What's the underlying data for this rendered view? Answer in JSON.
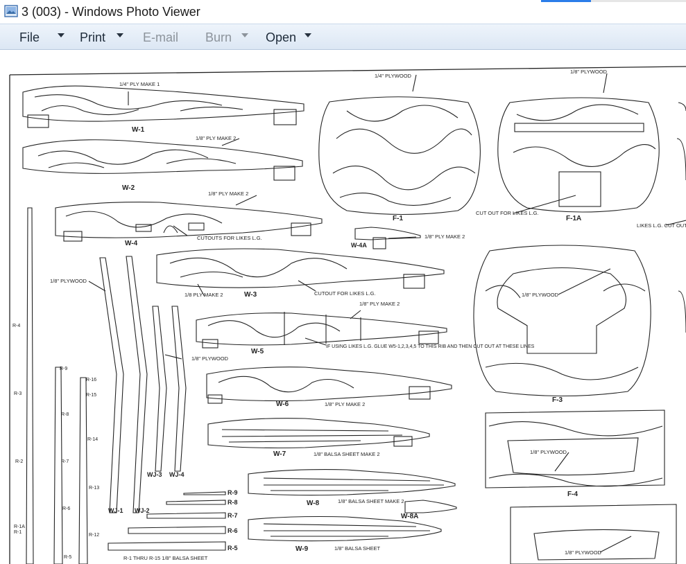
{
  "window": {
    "title": "3 (003) - Windows Photo Viewer"
  },
  "menu": {
    "file": "File",
    "print": "Print",
    "email": "E-mail",
    "burn": "Burn",
    "open": "Open"
  },
  "drawing": {
    "parts": [
      "W-1",
      "W-2",
      "W-4",
      "W-4A",
      "W-3",
      "W-5",
      "W-6",
      "W-7",
      "W-8",
      "W-8A",
      "W-9",
      "F-1",
      "F-1A",
      "F-3",
      "F-4",
      "WJ-1",
      "WJ-2",
      "WJ-3",
      "WJ-4",
      "R-9",
      "R-8",
      "R-7",
      "R-6",
      "R-5",
      "R-4",
      "R-3",
      "R-2",
      "R-1A",
      "R-1",
      "R-16",
      "R-15",
      "R-14",
      "R-13",
      "R-12"
    ],
    "notes": {
      "w1": "1/4\" PLY MAKE 1",
      "w2": "1/8\" PLY MAKE 2",
      "w4": "1/8\" PLY MAKE 2",
      "w4_cutout": "CUTOUTS FOR LIKES L.G.",
      "w4a": "1/8\" PLY MAKE 2",
      "w3": "1/8 PLY MAKE 2",
      "w3_cutout": "CUTOUT FOR LIKES L.G.",
      "w5": "1/8\" PLY MAKE 2",
      "w5_note": "IF USING LIKES L.G. GLUE W5-1,2,3,4,5 TO THIS RIB AND THEN CUT OUT AT THESE LINES",
      "w6": "1/8\" PLY MAKE 2",
      "w7": "1/8\" BALSA SHEET MAKE 2",
      "w8": "1/8\" BALSA SHEET MAKE 2",
      "w9": "1/8\" BALSA SHEET",
      "f1": "1/4\" PLYWOOD",
      "f1a": "1/8\" PLYWOOD",
      "f1a_cutout": "CUT OUT FOR LIKES L.G.",
      "right_cutout": "LIKES L.G. CUT OUT",
      "f3": "1/8\" PLYWOOD",
      "f4": "1/8\" PLYWOOD",
      "bottom_ply": "1/8\" PLYWOOD",
      "wj_left": "1/8\" PLYWOOD",
      "wj_right": "1/8\" PLYWOOD",
      "r_note": "R-1 THRU R-15 1/8\" BALSA SHEET"
    }
  },
  "colors": {
    "ink": "#222222",
    "menubar": "#dce7f4",
    "accent": "#2b7de9"
  }
}
